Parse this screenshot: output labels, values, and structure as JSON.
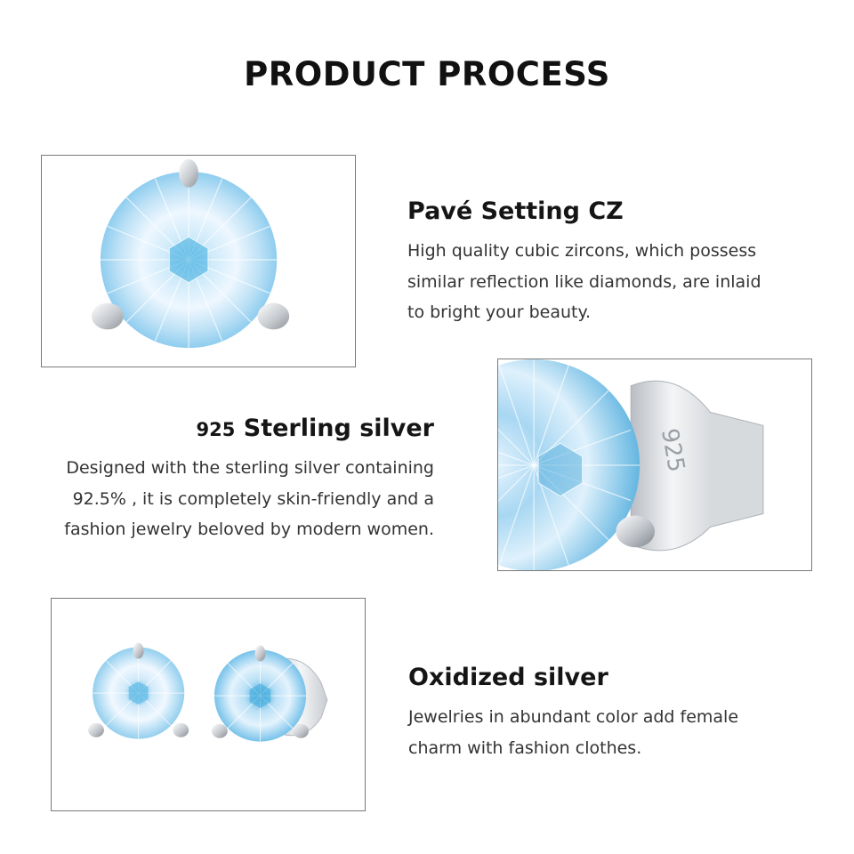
{
  "page": {
    "title": "PRODUCT PROCESS"
  },
  "colors": {
    "stone_light": "#eaf6ff",
    "stone_mid": "#a9d8f3",
    "stone_deep": "#5fb3df",
    "silver": "#c9ccd1",
    "frame_border": "#7a7a7a"
  },
  "features": [
    {
      "title": "Pavé Setting CZ",
      "lines": [
        "High quality cubic zircons, which possess",
        "similar reflection like diamonds, are inlaid",
        "to bright your beauty."
      ]
    },
    {
      "title_prefix": "925",
      "title": "Sterling silver",
      "lines": [
        "Designed with the sterling silver containing",
        "92.5% , it is completely skin-friendly and a",
        "fashion jewelry beloved by modern women."
      ]
    },
    {
      "title": "Oxidized silver",
      "lines": [
        "Jewelries in abundant color add female",
        "charm with fashion clothes."
      ]
    }
  ],
  "images": [
    {
      "name": "single-stud-front-image",
      "icon": "round-cz-stud-three-prong"
    },
    {
      "name": "stud-closeup-back-image",
      "icon": "cz-stud-with-ear-nut",
      "engraving": "925"
    },
    {
      "name": "stud-pair-image",
      "icon": "pair-of-cz-studs"
    }
  ]
}
